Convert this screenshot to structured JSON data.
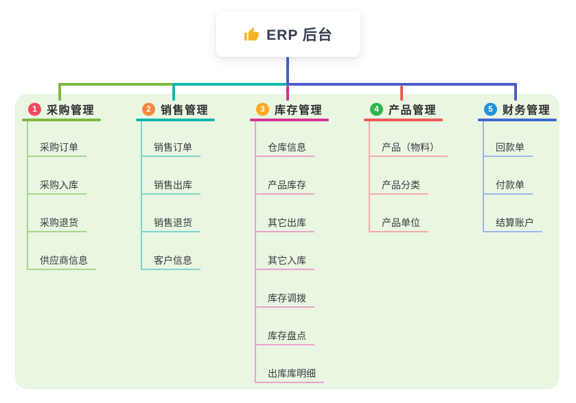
{
  "root": {
    "title": "ERP 后台",
    "icon": "thumbs-up"
  },
  "connector": {
    "root_color": "#4d5cc6"
  },
  "panel": {
    "bg": "#e8f6e2"
  },
  "branches": [
    {
      "index": "1",
      "label": "采购管理",
      "badge_color": "#f5485f",
      "line_color": "#7cb93f",
      "child_line_color": "#aad584",
      "children": [
        "采购订单",
        "采购入库",
        "采购退货",
        "供应商信息"
      ]
    },
    {
      "index": "2",
      "label": "销售管理",
      "badge_color": "#f8863b",
      "line_color": "#12b7aa",
      "child_line_color": "#79d7cd",
      "children": [
        "销售订单",
        "销售出库",
        "销售退货",
        "客户信息"
      ]
    },
    {
      "index": "3",
      "label": "库存管理",
      "badge_color": "#fba81f",
      "line_color": "#d63490",
      "child_line_color": "#eda0ca",
      "children": [
        "仓库信息",
        "产品库存",
        "其它出库",
        "其它入库",
        "库存调拨",
        "库存盘点",
        "出库库明细"
      ]
    },
    {
      "index": "4",
      "label": "产品管理",
      "badge_color": "#2fb551",
      "line_color": "#ef5955",
      "child_line_color": "#f5a9a5",
      "children": [
        "产品（物料）",
        "产品分类",
        "产品单位"
      ]
    },
    {
      "index": "5",
      "label": "财务管理",
      "badge_color": "#2094da",
      "line_color": "#4068d2",
      "child_line_color": "#9fb6eb",
      "children": [
        "回款单",
        "付款单",
        "结算账户"
      ]
    }
  ]
}
